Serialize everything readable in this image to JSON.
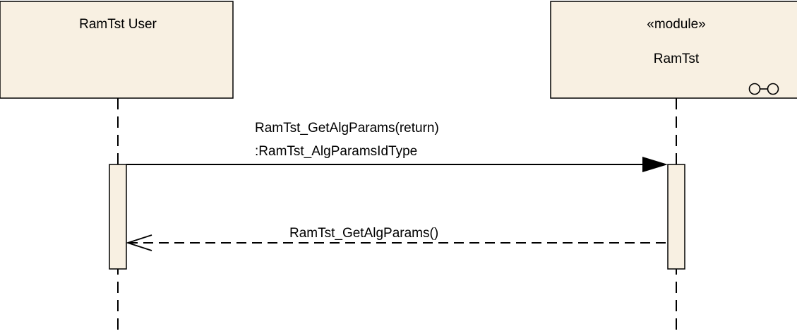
{
  "lifelines": [
    {
      "stereotype": "",
      "name": "RamTst User",
      "icon": "none"
    },
    {
      "stereotype": "«module»",
      "name": "RamTst",
      "icon": "component-icon"
    }
  ],
  "messages": [
    {
      "kind": "call",
      "arrow": "solid-filled-head",
      "line1": "RamTst_GetAlgParams(return)",
      "line2": ":RamTst_AlgParamsIdType"
    },
    {
      "kind": "reply",
      "arrow": "dashed-open-head",
      "line1": "RamTst_GetAlgParams()"
    }
  ],
  "colors": {
    "box_fill": "#f8f0e2",
    "activation_fill": "#f8f0e2",
    "stroke": "#000000",
    "background": "#ffffff"
  }
}
